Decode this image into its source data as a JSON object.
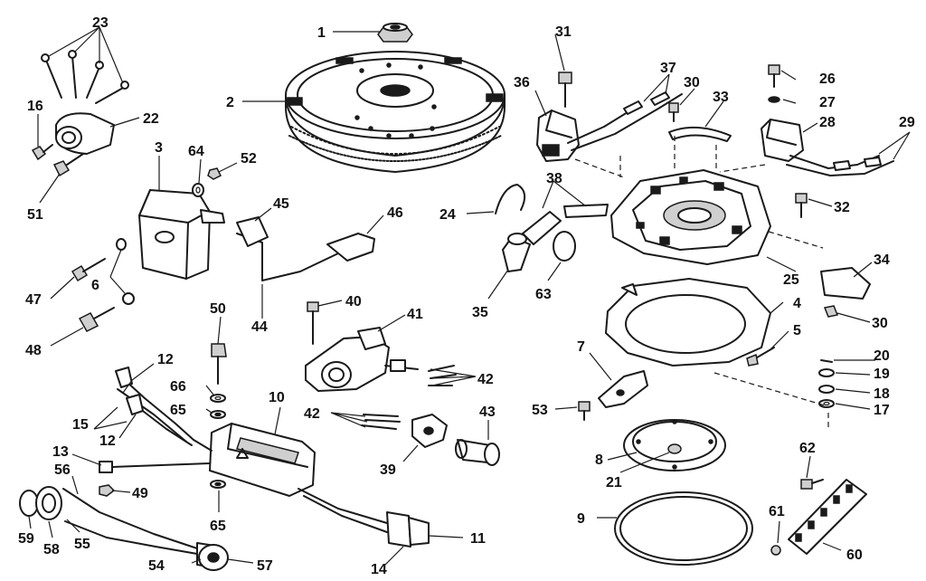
{
  "diagram": {
    "callouts": [
      {
        "id": "c1",
        "text": "1"
      },
      {
        "id": "c2",
        "text": "2"
      },
      {
        "id": "c3",
        "text": "3"
      },
      {
        "id": "c4",
        "text": "4"
      },
      {
        "id": "c5",
        "text": "5"
      },
      {
        "id": "c6",
        "text": "6"
      },
      {
        "id": "c7",
        "text": "7"
      },
      {
        "id": "c8",
        "text": "8"
      },
      {
        "id": "c9",
        "text": "9"
      },
      {
        "id": "c10",
        "text": "10"
      },
      {
        "id": "c11",
        "text": "11"
      },
      {
        "id": "c12a",
        "text": "12"
      },
      {
        "id": "c12b",
        "text": "12"
      },
      {
        "id": "c13",
        "text": "13"
      },
      {
        "id": "c14",
        "text": "14"
      },
      {
        "id": "c15",
        "text": "15"
      },
      {
        "id": "c16",
        "text": "16"
      },
      {
        "id": "c17",
        "text": "17"
      },
      {
        "id": "c18",
        "text": "18"
      },
      {
        "id": "c19",
        "text": "19"
      },
      {
        "id": "c20",
        "text": "20"
      },
      {
        "id": "c21",
        "text": "21"
      },
      {
        "id": "c22",
        "text": "22"
      },
      {
        "id": "c23",
        "text": "23"
      },
      {
        "id": "c24",
        "text": "24"
      },
      {
        "id": "c25",
        "text": "25"
      },
      {
        "id": "c26",
        "text": "26"
      },
      {
        "id": "c27",
        "text": "27"
      },
      {
        "id": "c28",
        "text": "28"
      },
      {
        "id": "c29",
        "text": "29"
      },
      {
        "id": "c30a",
        "text": "30"
      },
      {
        "id": "c30b",
        "text": "30"
      },
      {
        "id": "c31",
        "text": "31"
      },
      {
        "id": "c32",
        "text": "32"
      },
      {
        "id": "c33",
        "text": "33"
      },
      {
        "id": "c34",
        "text": "34"
      },
      {
        "id": "c35",
        "text": "35"
      },
      {
        "id": "c36",
        "text": "36"
      },
      {
        "id": "c37",
        "text": "37"
      },
      {
        "id": "c38",
        "text": "38"
      },
      {
        "id": "c39",
        "text": "39"
      },
      {
        "id": "c40",
        "text": "40"
      },
      {
        "id": "c41",
        "text": "41"
      },
      {
        "id": "c42a",
        "text": "42"
      },
      {
        "id": "c42b",
        "text": "42"
      },
      {
        "id": "c43",
        "text": "43"
      },
      {
        "id": "c44",
        "text": "44"
      },
      {
        "id": "c45",
        "text": "45"
      },
      {
        "id": "c46",
        "text": "46"
      },
      {
        "id": "c47",
        "text": "47"
      },
      {
        "id": "c48",
        "text": "48"
      },
      {
        "id": "c49",
        "text": "49"
      },
      {
        "id": "c50",
        "text": "50"
      },
      {
        "id": "c51",
        "text": "51"
      },
      {
        "id": "c52",
        "text": "52"
      },
      {
        "id": "c53",
        "text": "53"
      },
      {
        "id": "c54",
        "text": "54"
      },
      {
        "id": "c55",
        "text": "55"
      },
      {
        "id": "c56",
        "text": "56"
      },
      {
        "id": "c57",
        "text": "57"
      },
      {
        "id": "c58",
        "text": "58"
      },
      {
        "id": "c59",
        "text": "59"
      },
      {
        "id": "c60",
        "text": "60"
      },
      {
        "id": "c61",
        "text": "61"
      },
      {
        "id": "c62",
        "text": "62"
      },
      {
        "id": "c63",
        "text": "63"
      },
      {
        "id": "c64",
        "text": "64"
      },
      {
        "id": "c65a",
        "text": "65"
      },
      {
        "id": "c65b",
        "text": "65"
      },
      {
        "id": "c66",
        "text": "66"
      }
    ]
  }
}
